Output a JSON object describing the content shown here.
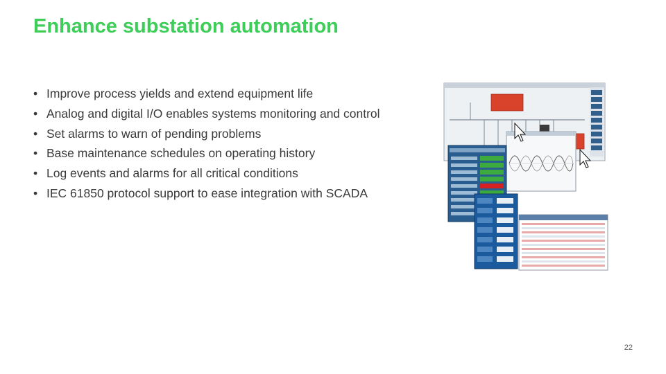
{
  "slide": {
    "title": "Enhance substation automation",
    "bullet_glyph": "•",
    "bullets": [
      "Improve process yields and extend equipment life",
      "Analog and digital I/O enables systems monitoring and control",
      "Set alarms to warn of pending problems",
      "Base maintenance schedules on operating history",
      "Log events and alarms for all critical conditions",
      "IEC 61850 protocol support to ease integration with SCADA"
    ],
    "page_number": "22"
  },
  "figure": {
    "kind": "collage of substation automation software screenshots",
    "colors": {
      "accent": "#3dcd58",
      "panel_blue": "#1c5a9e",
      "alarm_red": "#d42020",
      "status_green": "#3caa3c"
    }
  }
}
